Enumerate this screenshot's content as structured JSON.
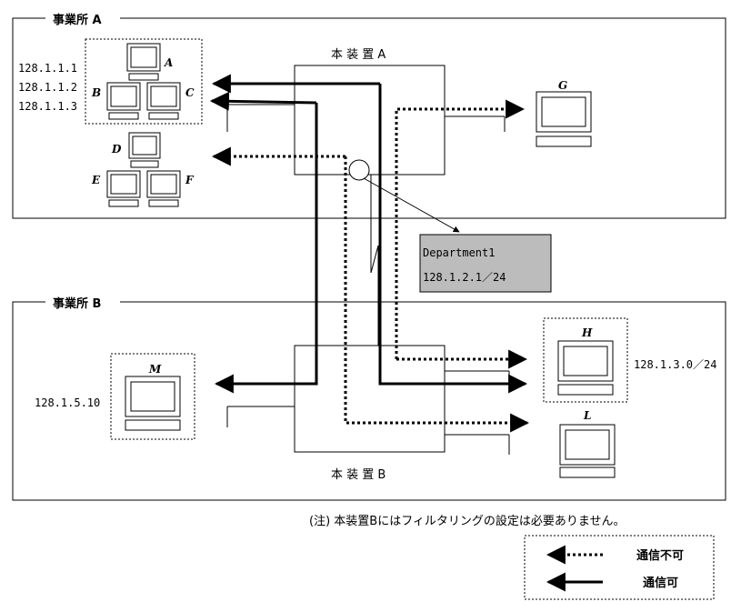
{
  "office_a": {
    "label": "事業所 A",
    "ips": [
      "128.1.1.1",
      "128.1.1.2",
      "128.1.1.3"
    ],
    "pcs": [
      "A",
      "B",
      "C",
      "D",
      "E",
      "F"
    ],
    "device_label": "本 装 置 A"
  },
  "office_b": {
    "label": "事業所 B",
    "device_label": "本 装 置 B",
    "ip_left": "128.1.5.10",
    "ip_right": "128.1.3.0／24"
  },
  "pcs_other": [
    "G",
    "H",
    "L",
    "M"
  ],
  "department": {
    "name": "Department1",
    "ip": "128.1.2.1／24"
  },
  "note": "(注) 本装置Bにはフィルタリングの設定は必要ありません。",
  "legend": {
    "blocked": "通信不可",
    "allowed": "通信可"
  }
}
